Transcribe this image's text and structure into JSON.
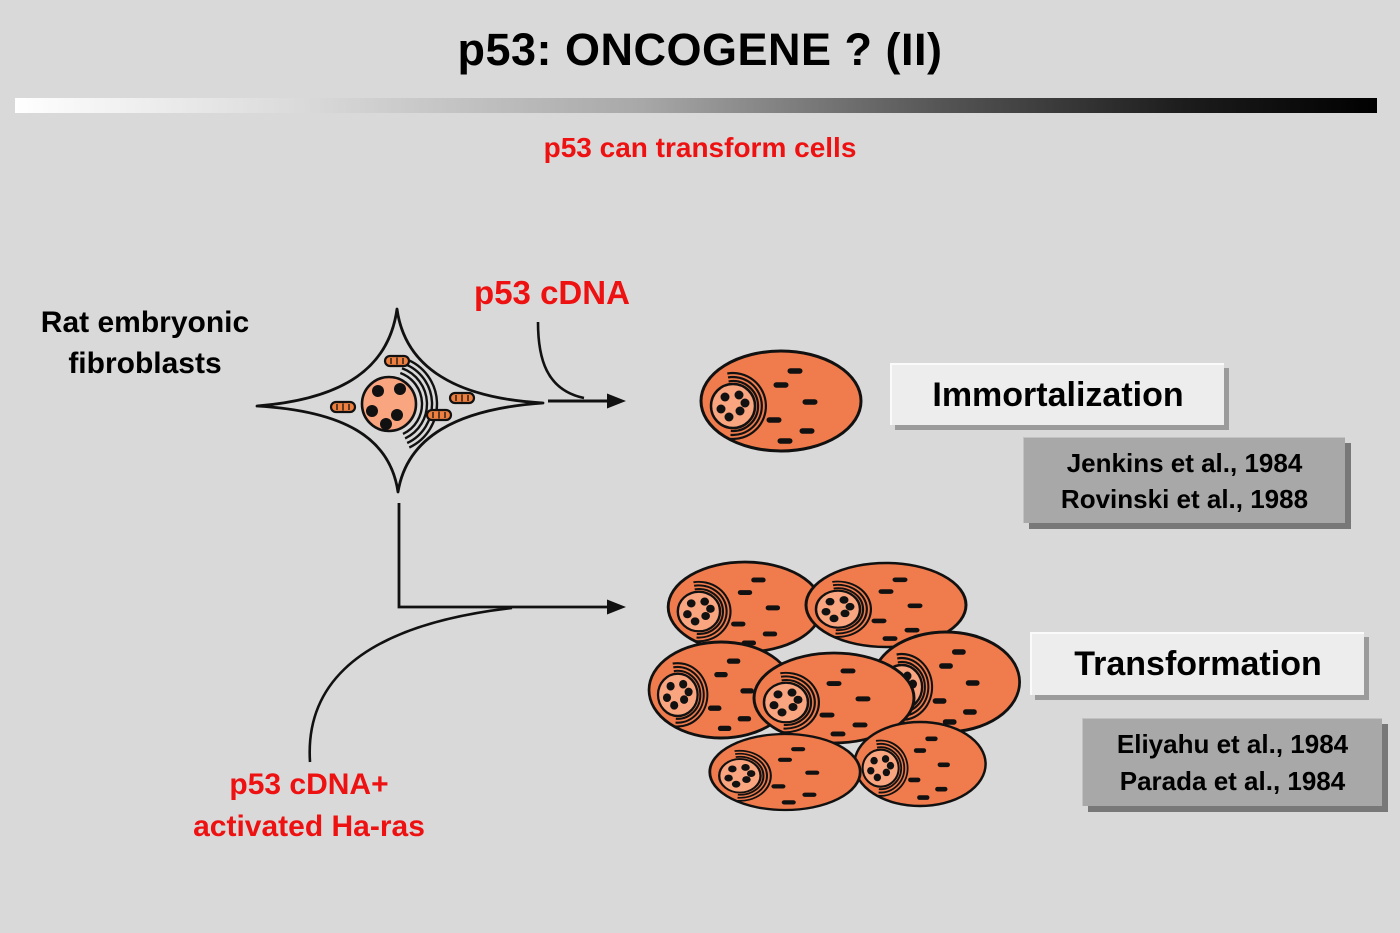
{
  "title": "p53: ONCOGENE ? (II)",
  "subtitle": "p53 can transform cells",
  "source": {
    "line1": "Rat embryonic",
    "line2": "fibroblasts"
  },
  "pathway_immortalization": {
    "input": "p53 cDNA",
    "outcome": "Immortalization",
    "ref1": "Jenkins et al., 1984",
    "ref2": "Rovinski et al., 1988"
  },
  "pathway_transformation": {
    "input_line1": "p53 cDNA+",
    "input_line2": "activated Ha-ras",
    "outcome": "Transformation",
    "ref1": "Eliyahu et al., 1984",
    "ref2": "Parada et al., 1984"
  },
  "colors": {
    "background": "#d9d9d9",
    "accent_red": "#ee1111",
    "cell_body": "#f07b4c",
    "cell_nucleus": "#f9a580",
    "outline_black": "#111111",
    "reference_box": "#a8a8a8",
    "outcome_box": "#ededed"
  }
}
